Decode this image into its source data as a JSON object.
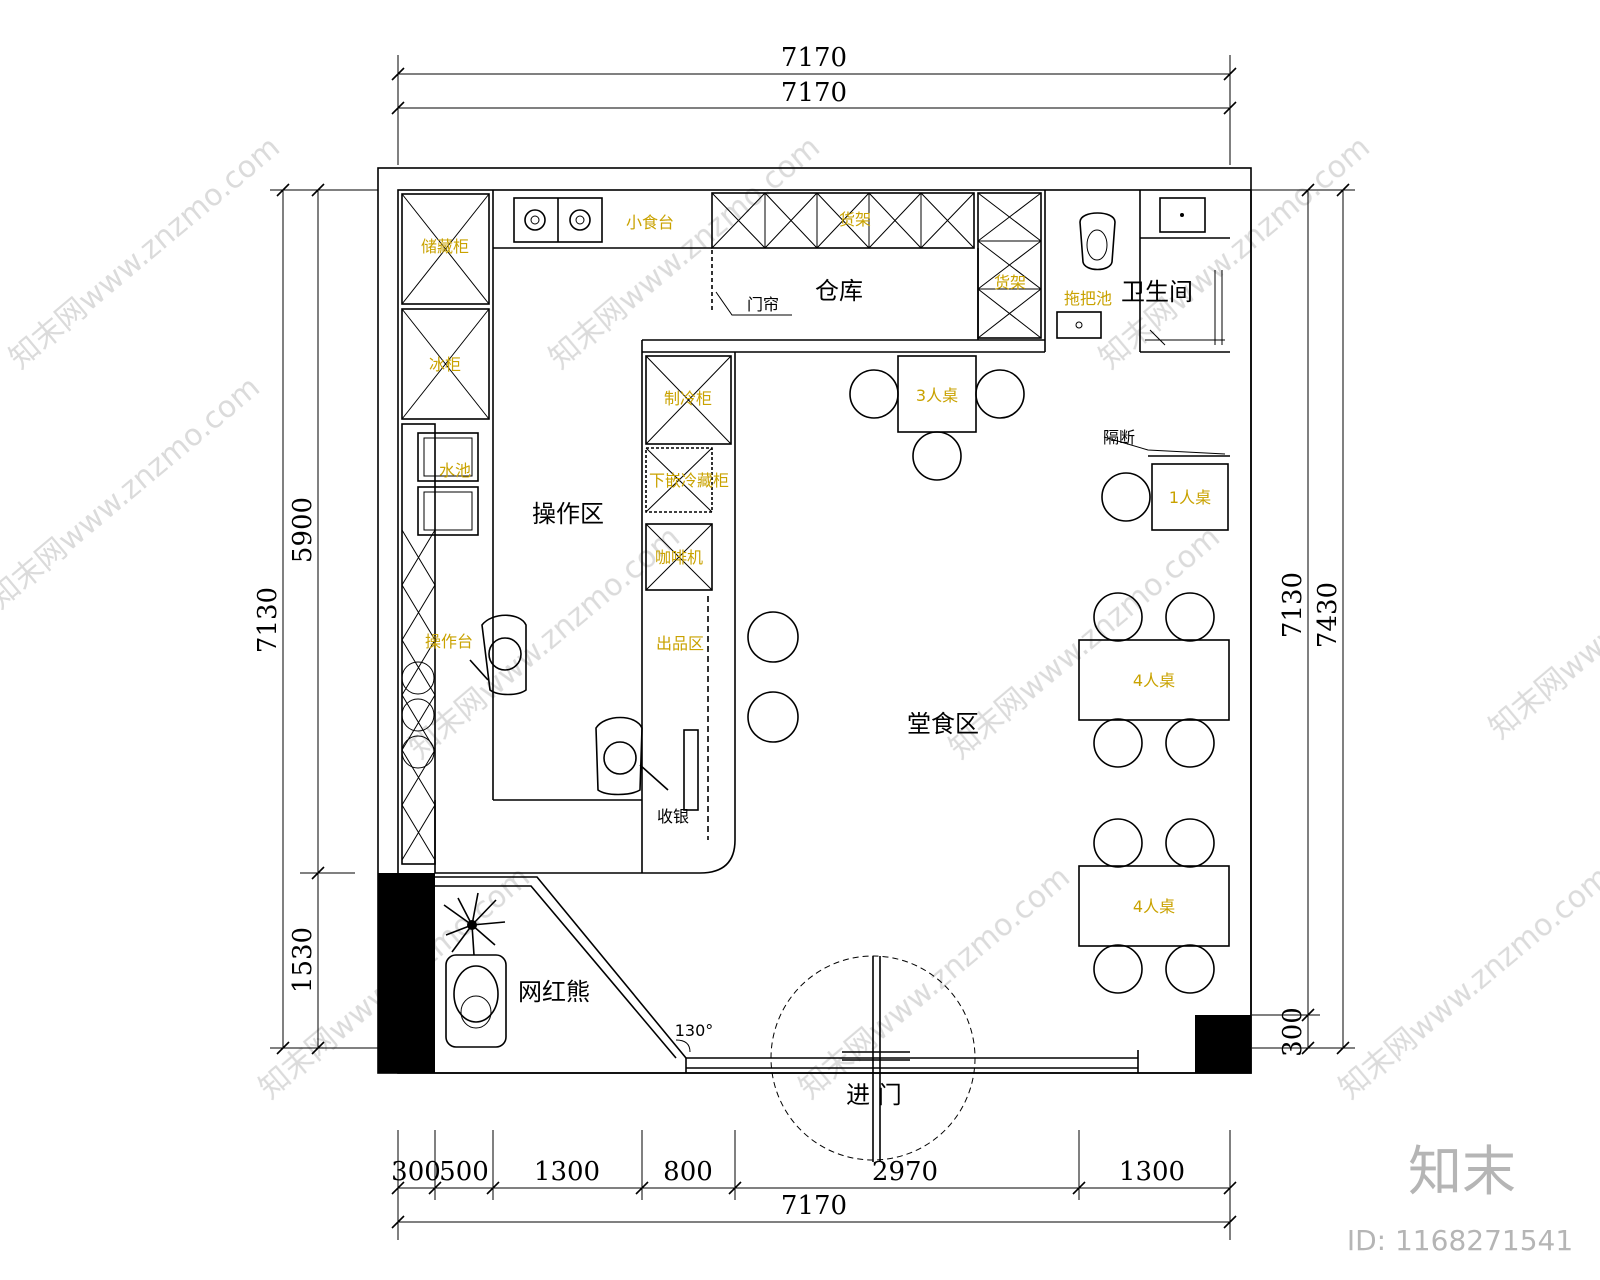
{
  "dims": {
    "top_outer": "7170",
    "top_inner": "7170",
    "left_outer": "7130",
    "left_upper": "5900",
    "left_lower": "1530",
    "right_inner": "7130",
    "right_outer": "7430",
    "right_small": "300",
    "bottom_total": "7170",
    "bottom_segments": [
      "300",
      "500",
      "1300",
      "800",
      "2970",
      "1300"
    ]
  },
  "rooms": {
    "warehouse": "仓库",
    "toilet": "卫生间",
    "operation": "操作区",
    "dining": "堂食区",
    "bear": "网红熊",
    "entrance": "进 门",
    "cashier": "收银",
    "curtain": "门帘",
    "partition": "隔断",
    "angle": "130°"
  },
  "labels": {
    "storage_cabinet": "储藏柜",
    "freezer": "冰柜",
    "sink": "水池",
    "counter": "操作台",
    "small_stove": "小食台",
    "shelf_top": "货架",
    "shelf_right": "货架",
    "mop_pool": "拖把池",
    "fridge_cabinet": "制冷柜",
    "display_cabinet": "下嵌冷藏柜",
    "coffee_machine": "咖啡机",
    "pickup": "出品区",
    "table3": "3人桌",
    "table1": "1人桌",
    "table4a": "4人桌",
    "table4b": "4人桌"
  },
  "brand": {
    "logo": "知末",
    "id_text": "ID: 1168271541",
    "watermark": "知末网www.znzmo.com"
  }
}
